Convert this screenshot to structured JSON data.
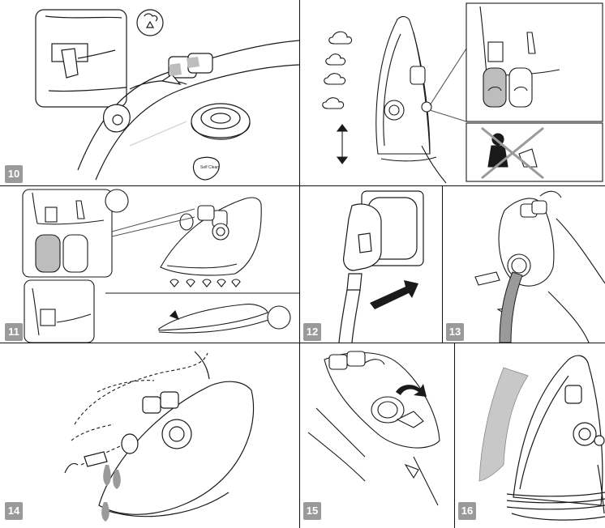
{
  "steps": {
    "s10": "10",
    "s11": "11",
    "s12": "12",
    "s13": "13",
    "s14": "14",
    "s15": "15",
    "s16": "16"
  },
  "labels": {
    "self_clean": "Self Clean"
  },
  "colors": {
    "badge": "#9a9a9a",
    "line": "#1a1a1a",
    "shade": "#bdbdbd",
    "prohibit": "#9a9a9a"
  }
}
